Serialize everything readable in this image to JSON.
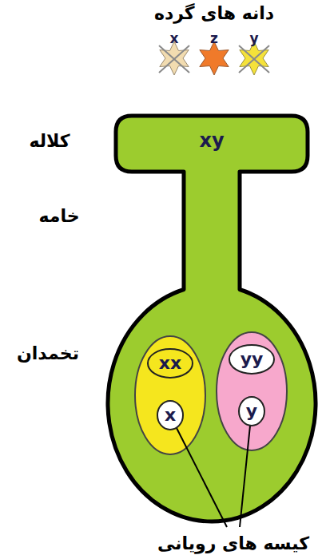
{
  "diagram": {
    "nodes": [
      {
        "text": [
          "x"
        ]
      },
      {
        "text": [
          "z"
        ]
      },
      {
        "text": [
          "y"
        ]
      },
      {
        "text": [
          "xy"
        ]
      },
      {
        "text": [],
        "in": 3
      },
      {
        "text": [
          "xx"
        ],
        "in": 4
      },
      {
        "text": [
          "x"
        ],
        "in": 4
      },
      {
        "text": [],
        "in": 3
      },
      {
        "text": [
          "yy"
        ],
        "in": 7
      },
      {
        "text": [
          "y"
        ],
        "in": 7
      }
    ],
    "labels": [
      "دانه های گرده",
      "کلاله",
      "خامه",
      "تخمدان",
      "کیسه های رویانی"
    ]
  }
}
